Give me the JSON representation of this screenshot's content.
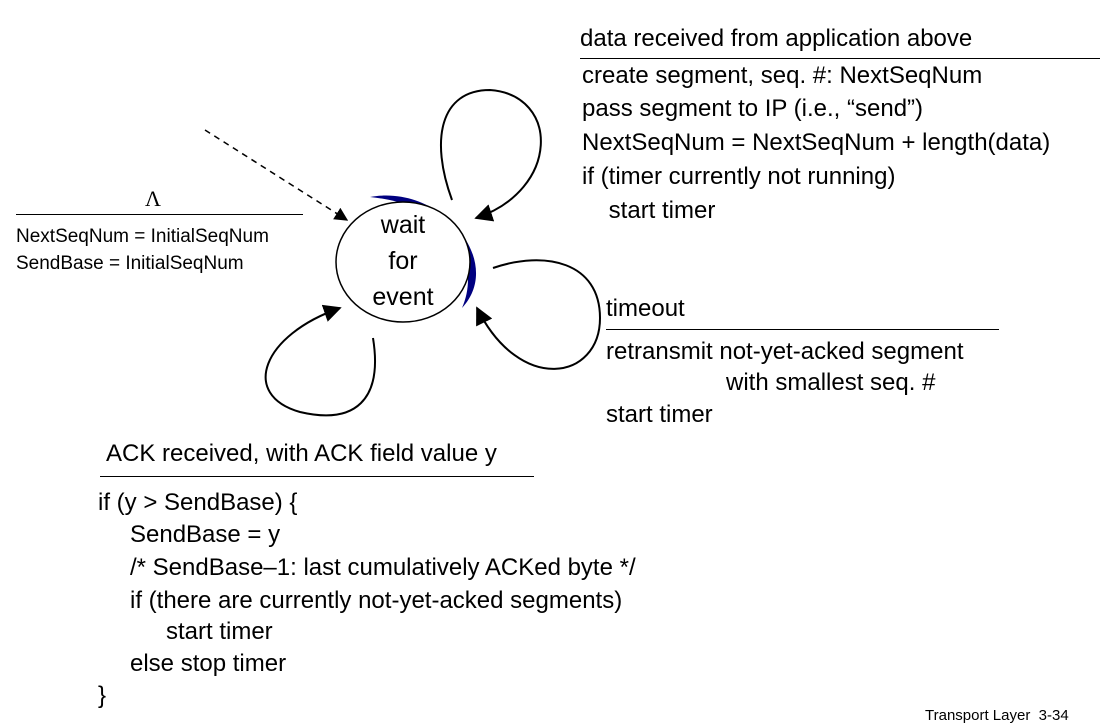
{
  "state": {
    "lines": [
      "wait",
      "for",
      "event"
    ]
  },
  "init": {
    "event": "Λ",
    "actions": [
      "NextSeqNum = InitialSeqNum",
      "SendBase = InitialSeqNum"
    ]
  },
  "data_transition": {
    "event": "data received from application above",
    "actions": [
      "create segment, seq. #: NextSeqNum",
      "pass segment to IP (i.e., “send”)",
      "NextSeqNum = NextSeqNum + length(data)",
      "if (timer currently not running)",
      "    start timer"
    ]
  },
  "timeout_transition": {
    "event": "timeout",
    "actions": [
      "retransmit not-yet-acked segment",
      "with smallest seq. #",
      "start timer"
    ]
  },
  "ack_transition": {
    "event": "ACK received, with ACK field value y",
    "actions": [
      "if (y > SendBase) {",
      "SendBase = y",
      "/* SendBase–1: last cumulatively ACKed byte */",
      "if (there are currently not-yet-acked segments)",
      "start timer",
      "else stop timer",
      "}"
    ]
  },
  "footer": "Transport Layer  3-34",
  "colors": {
    "state_shadow": "#000080",
    "line": "#000000"
  }
}
